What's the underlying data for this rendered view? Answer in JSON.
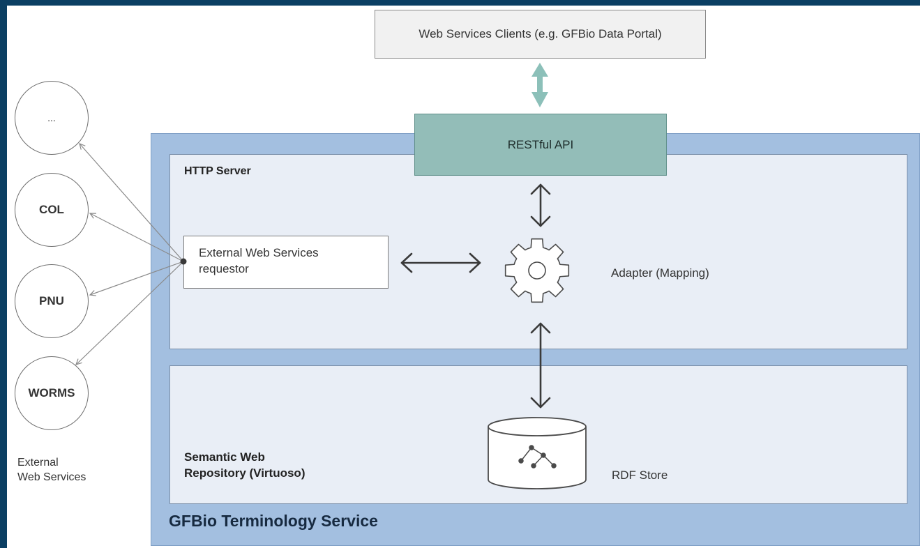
{
  "clients": {
    "label": "Web Services Clients (e.g. GFBio Data Portal)"
  },
  "api": {
    "label": "RESTful API"
  },
  "http_server": {
    "title": "HTTP Server",
    "requestor_line1": "External Web Services",
    "requestor_line2": "requestor",
    "adapter_label": "Adapter (Mapping)"
  },
  "repository": {
    "title_line1": "Semantic Web",
    "title_line2": "Repository (Virtuoso)",
    "store_label": "RDF Store"
  },
  "service": {
    "title": "GFBio Terminology Service"
  },
  "external": {
    "services": [
      {
        "label": "..."
      },
      {
        "label": "COL"
      },
      {
        "label": "PNU"
      },
      {
        "label": "WORMS"
      }
    ],
    "caption_line1": "External",
    "caption_line2": "Web Services"
  },
  "colors": {
    "page_frame": "#0b3f63",
    "service_container": "#a3bfe0",
    "server_panel": "#e9eef6",
    "api_box": "#93bdb8",
    "client_arrow": "#8cc0b9",
    "arrow_dark": "#3a3a3a"
  }
}
